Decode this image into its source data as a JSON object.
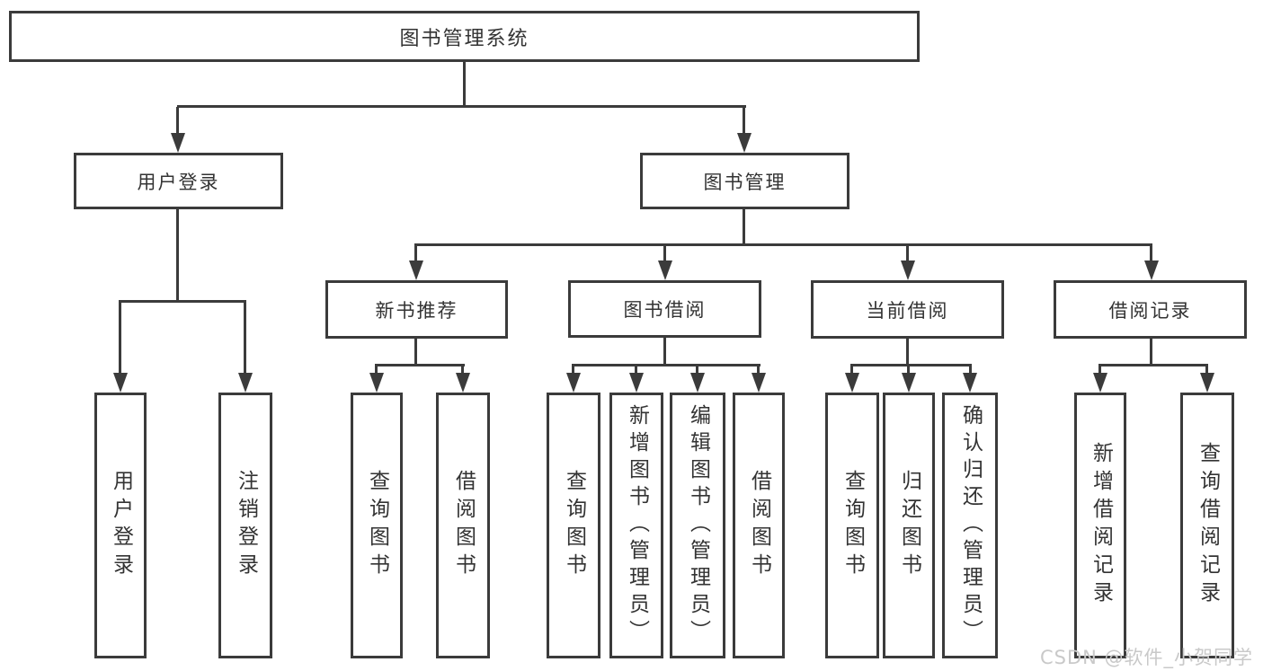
{
  "diagram": {
    "title": "图书管理系统",
    "root_label": "图书管理系统",
    "level2": [
      "用户登录",
      "图书管理"
    ],
    "level3": [
      "新书推荐",
      "图书借阅",
      "当前借阅",
      "借阅记录"
    ],
    "leaves": [
      "用户登录",
      "注销登录",
      "查询图书",
      "借阅图书",
      "查询图书",
      "新增图书（管理员）",
      "编辑图书（管理员）",
      "借阅图书",
      "查询图书",
      "归还图书",
      "确认归还（管理员）",
      "新增借阅记录",
      "查询借阅记录"
    ],
    "tree": {
      "图书管理系统": {
        "用户登录": [
          "用户登录",
          "注销登录"
        ],
        "图书管理": {
          "新书推荐": [
            "查询图书",
            "借阅图书"
          ],
          "图书借阅": [
            "查询图书",
            "新增图书（管理员）",
            "编辑图书（管理员）",
            "借阅图书"
          ],
          "当前借阅": [
            "查询图书",
            "归还图书",
            "确认归还（管理员）"
          ],
          "借阅记录": [
            "新增借阅记录",
            "查询借阅记录"
          ]
        }
      }
    }
  },
  "watermark": "CSDN @软件_小贺同学",
  "colors": {
    "line": "#3b3b3b",
    "text": "#333333",
    "background": "#ffffff",
    "watermark": "#c9c9c9"
  }
}
